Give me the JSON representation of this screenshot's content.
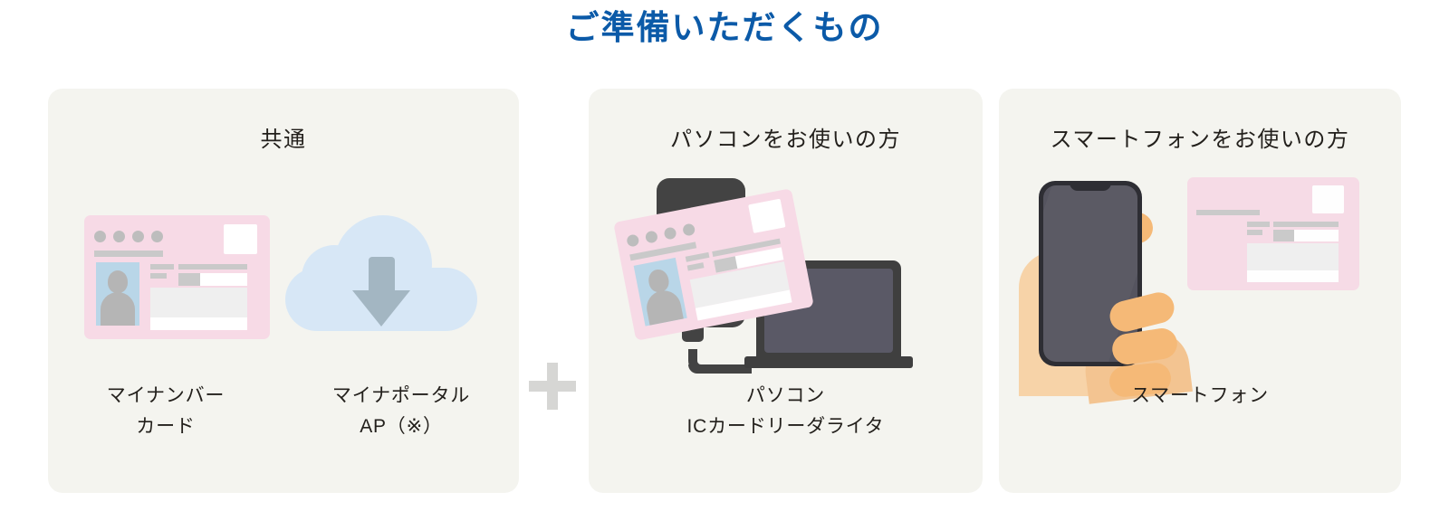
{
  "page": {
    "title": "ご準備いただくもの",
    "title_color": "#0b5aa8",
    "background": "#ffffff"
  },
  "panel_style": {
    "background": "#f4f4ef",
    "text_color": "#23201c",
    "plus_color": "#d6d6d4"
  },
  "separator": {
    "plus_label": "+"
  },
  "panels": [
    {
      "id": "common",
      "title": "共通",
      "items": [
        {
          "icon": "mynumber-card-icon",
          "caption": "マイナンバー\nカード",
          "colors": {
            "card": "#f7dae6",
            "photo": "#b9d6e8",
            "silhouette": "#b5b5b5",
            "lines": "#c9c9c9"
          }
        },
        {
          "icon": "cloud-download-icon",
          "caption": "マイナポータル\nAP（※）",
          "colors": {
            "cloud": "#d7e7f6",
            "arrow": "#a3b6c2"
          }
        }
      ]
    },
    {
      "id": "pc",
      "title": "パソコンをお使いの方",
      "items": [
        {
          "icon": "pc-card-reader-icon",
          "caption": "パソコン\nICカードリーダライタ",
          "colors": {
            "device": "#434343",
            "laptop_frame": "#3f3f3f",
            "laptop_screen": "#5a5966",
            "card": "#f7dae6"
          }
        }
      ]
    },
    {
      "id": "phone",
      "title": "スマートフォンをお使いの方",
      "items": [
        {
          "icon": "hand-holding-smartphone-icon",
          "caption": "スマートフォン",
          "colors": {
            "phone_frame": "#2e2e34",
            "phone_screen": "#55545f",
            "skin": "#f7d3a8",
            "fingers": "#f5b977",
            "card": "#f7dae6"
          }
        }
      ]
    }
  ]
}
